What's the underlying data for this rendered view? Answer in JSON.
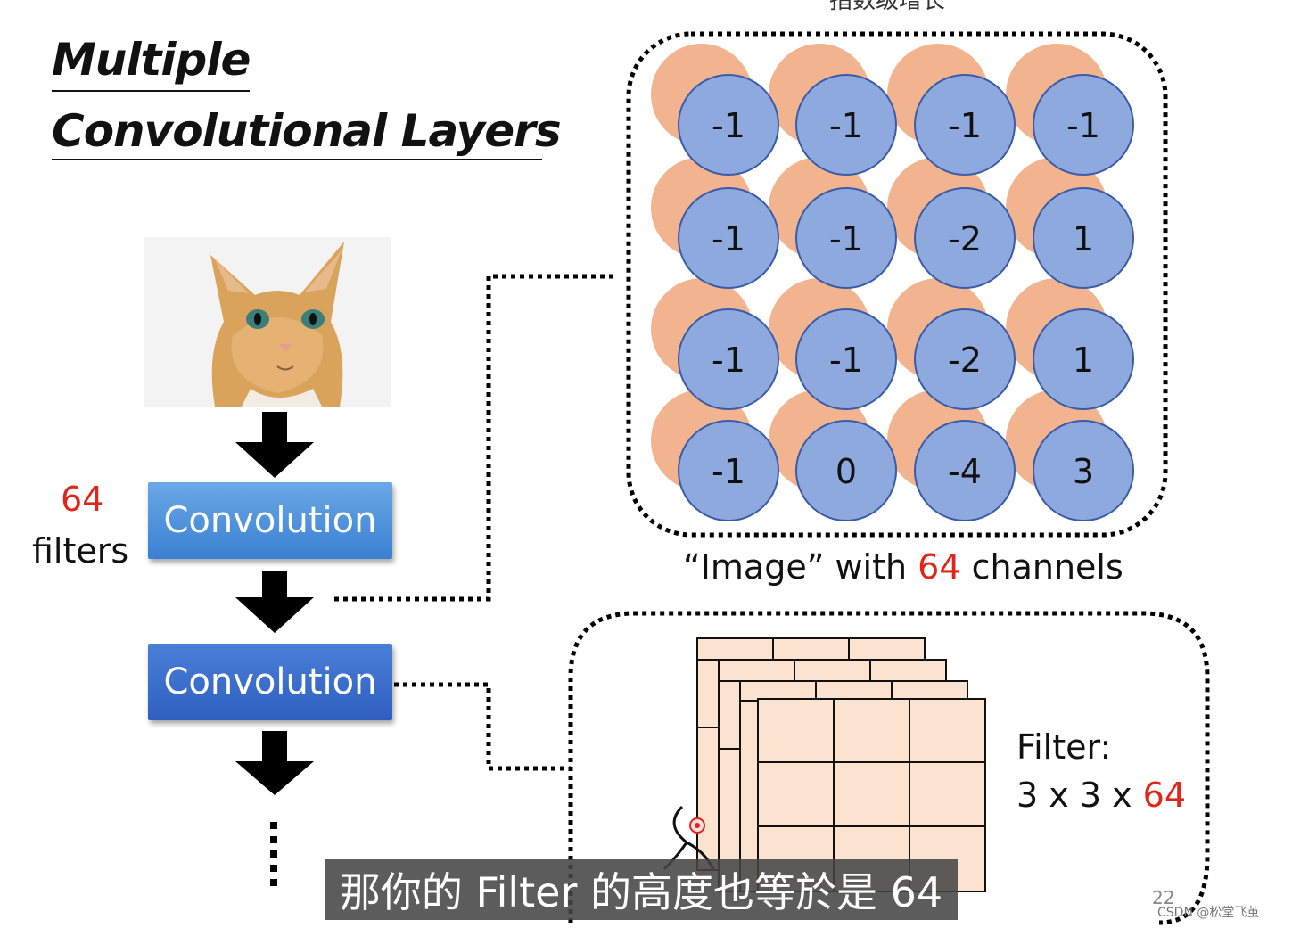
{
  "slide": {
    "title_line1": "Multiple",
    "title_line2": "Convolutional Layers",
    "filters_count": "64",
    "filters_label": "filters",
    "conv1_label": "Convolution",
    "conv2_label": "Convolution",
    "image_caption_prefix": "“Image” with ",
    "image_caption_count": "64",
    "image_caption_suffix": " channels",
    "filter_label": "Filter:",
    "filter_dims_prefix": "3 x 3 x ",
    "filter_dims_count": "64",
    "page_number": "22",
    "top_partial_text": "指数级增长"
  },
  "feature_map": {
    "values": [
      [
        "-1",
        "-1",
        "-1",
        "-1"
      ],
      [
        "-1",
        "-1",
        "-2",
        "1"
      ],
      [
        "-1",
        "-1",
        "-2",
        "1"
      ],
      [
        "-1",
        "0",
        "-4",
        "3"
      ]
    ],
    "colors": {
      "front": "#8ea9de",
      "back": "#f2b48e",
      "stroke": "#3b5ba8"
    }
  },
  "subtitle": "那你的 Filter 的高度也等於是 64",
  "watermark": "CSDN @松堂飞茧"
}
